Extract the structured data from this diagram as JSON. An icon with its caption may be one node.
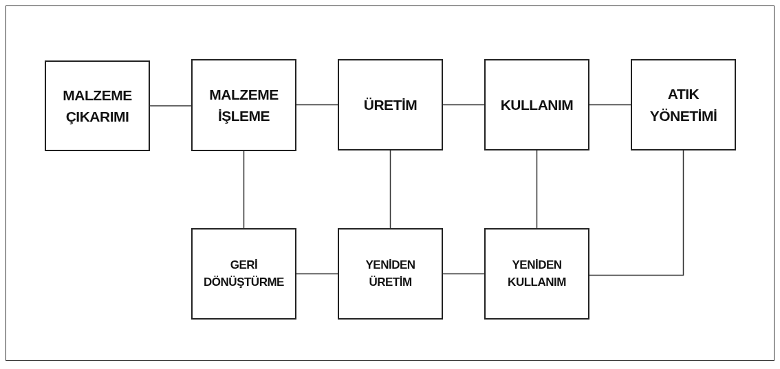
{
  "diagram": {
    "nodes": [
      {
        "text": [
          "MALZEME ÇIKARIMI"
        ]
      },
      {
        "text": [
          "MALZEME İŞLEME"
        ]
      },
      {
        "text": [
          "ÜRETİM"
        ]
      },
      {
        "text": [
          "KULLANIM"
        ]
      },
      {
        "text": [
          "ATIK YÖNETİMİ"
        ]
      },
      {
        "text": [
          "GERİ DÖNÜŞTÜRME"
        ]
      },
      {
        "text": [
          "YENİDEN ÜRETİM"
        ]
      },
      {
        "text": [
          "YENİDEN KULLANIM"
        ]
      }
    ],
    "edges": [
      {
        "from": 0,
        "to": 1,
        "arrow": "none"
      },
      {
        "from": 1,
        "to": 2,
        "arrow": "none"
      },
      {
        "from": 2,
        "to": 3,
        "arrow": "none"
      },
      {
        "from": 3,
        "to": 4,
        "arrow": "none"
      },
      {
        "from": 1,
        "to": 5,
        "arrow": "none"
      },
      {
        "from": 2,
        "to": 6,
        "arrow": "none"
      },
      {
        "from": 3,
        "to": 7,
        "arrow": "none"
      },
      {
        "from": 4,
        "to": 7,
        "arrow": "none"
      },
      {
        "from": 5,
        "to": 6,
        "arrow": "none"
      },
      {
        "from": 6,
        "to": 7,
        "arrow": "none"
      }
    ]
  }
}
